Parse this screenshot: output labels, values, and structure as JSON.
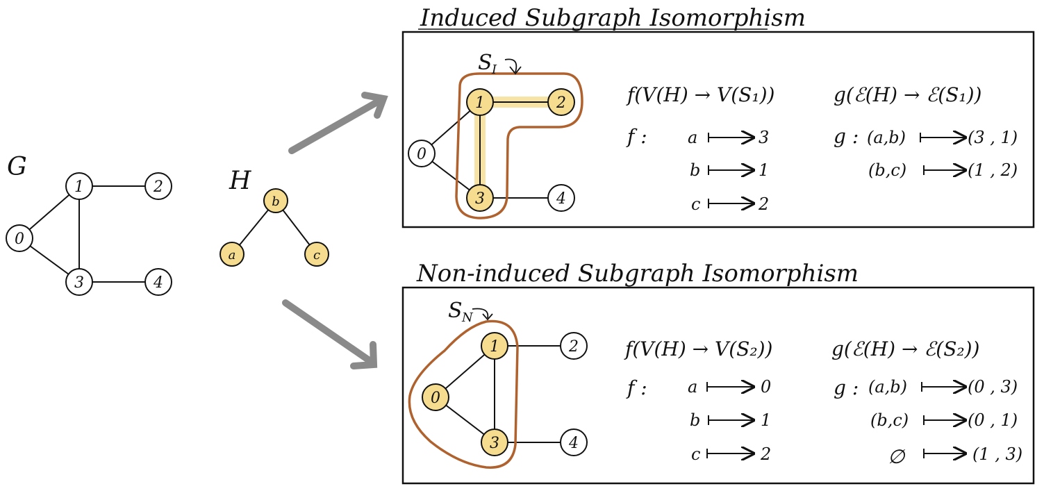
{
  "colors": {
    "highlight_fill": "#f5dc8f",
    "highlight_band": "#f6e3a5",
    "hull_stroke": "#b0622e",
    "arrow_gray": "#8a8a8a",
    "node_plain": "#ffffff"
  },
  "graph_G": {
    "label": "G",
    "nodes": [
      {
        "id": "0",
        "label": "0"
      },
      {
        "id": "1",
        "label": "1"
      },
      {
        "id": "2",
        "label": "2"
      },
      {
        "id": "3",
        "label": "3"
      },
      {
        "id": "4",
        "label": "4"
      }
    ]
  },
  "graph_H": {
    "label": "H",
    "nodes": [
      {
        "id": "a",
        "label": "a"
      },
      {
        "id": "b",
        "label": "b"
      },
      {
        "id": "c",
        "label": "c"
      }
    ]
  },
  "induced": {
    "title": "Induced Subgraph Isomorphism",
    "subgraph_label": "S",
    "subgraph_sub": "I",
    "nodes": [
      {
        "id": "0",
        "label": "0"
      },
      {
        "id": "1",
        "label": "1"
      },
      {
        "id": "2",
        "label": "2"
      },
      {
        "id": "3",
        "label": "3"
      },
      {
        "id": "4",
        "label": "4"
      }
    ],
    "f_header": "f(V(H) → V(S₁))",
    "g_header": "g(ℰ(H) → ℰ(S₁))",
    "f_prefix": "f :",
    "g_prefix": "g :",
    "f_maps": [
      {
        "from": "a",
        "to": "3"
      },
      {
        "from": "b",
        "to": "1"
      },
      {
        "from": "c",
        "to": "2"
      }
    ],
    "g_maps": [
      {
        "from": "(a,b)",
        "to": "(3 , 1)"
      },
      {
        "from": "(b,c)",
        "to": "(1 , 2)"
      }
    ]
  },
  "noninduced": {
    "title": "Non-induced Subgraph Isomorphism",
    "subgraph_label": "S",
    "subgraph_sub": "N",
    "nodes": [
      {
        "id": "0",
        "label": "0"
      },
      {
        "id": "1",
        "label": "1"
      },
      {
        "id": "2",
        "label": "2"
      },
      {
        "id": "3",
        "label": "3"
      },
      {
        "id": "4",
        "label": "4"
      }
    ],
    "f_header": "f(V(H) → V(S₂))",
    "g_header": "g(ℰ(H) → ℰ(S₂))",
    "f_prefix": "f :",
    "g_prefix": "g :",
    "f_maps": [
      {
        "from": "a",
        "to": "0"
      },
      {
        "from": "b",
        "to": "1"
      },
      {
        "from": "c",
        "to": "2"
      }
    ],
    "g_maps": [
      {
        "from": "(a,b)",
        "to": "(0 , 3)"
      },
      {
        "from": "(b,c)",
        "to": "(0 , 1)"
      },
      {
        "from": "∅",
        "to": "(1 , 3)"
      }
    ]
  }
}
